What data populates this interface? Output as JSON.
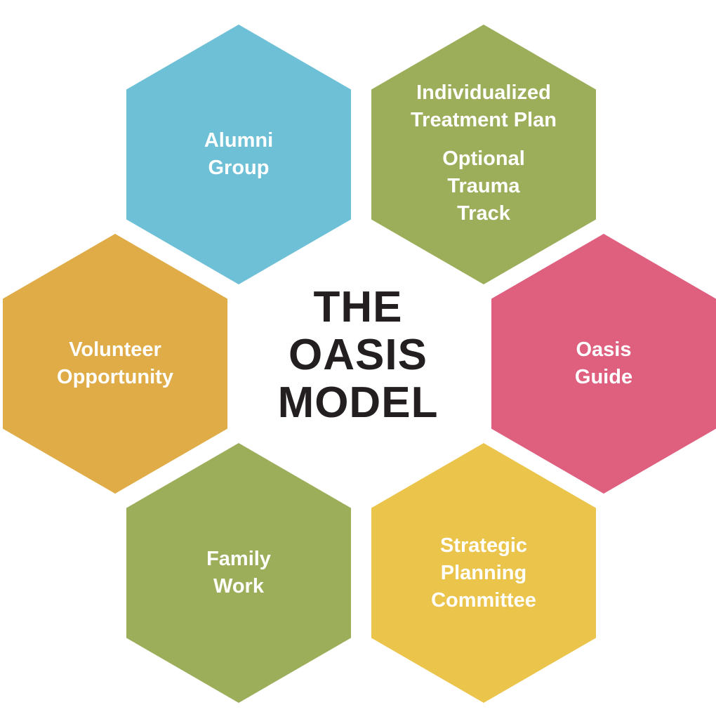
{
  "title": {
    "lines": [
      "THE",
      "OASIS",
      "MODEL"
    ]
  },
  "hexagons": [
    {
      "id": "alumni-group",
      "color": "#6ec0d6",
      "blocks": [
        "Alumni\nGroup"
      ]
    },
    {
      "id": "treatment-plan",
      "color": "#9cae5a",
      "blocks": [
        "Individualized\nTreatment Plan",
        "Optional\nTrauma\nTrack"
      ]
    },
    {
      "id": "volunteer",
      "color": "#dfac48",
      "blocks": [
        "Volunteer\nOpportunity"
      ]
    },
    {
      "id": "oasis-guide",
      "color": "#df5f7f",
      "blocks": [
        "Oasis\nGuide"
      ]
    },
    {
      "id": "family-work",
      "color": "#9cae5a",
      "blocks": [
        "Family\nWork"
      ]
    },
    {
      "id": "strategic-planning",
      "color": "#ebc44c",
      "blocks": [
        "Strategic\nPlanning\nCommittee"
      ]
    }
  ]
}
